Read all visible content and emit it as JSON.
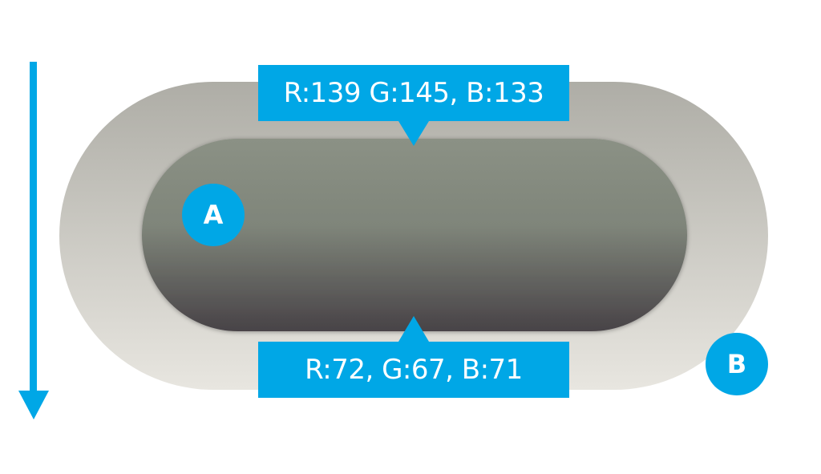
{
  "callouts": {
    "top": "R:139 G:145, B:133",
    "bottom": "R:72, G:67, B:71"
  },
  "badges": {
    "a": "A",
    "b": "B"
  },
  "colors": {
    "accent": "#00a7e6",
    "inner_top": "#8b9185",
    "inner_bottom": "#484347",
    "outer_top": "#aeada6",
    "outer_bottom": "#e8e6e0"
  }
}
